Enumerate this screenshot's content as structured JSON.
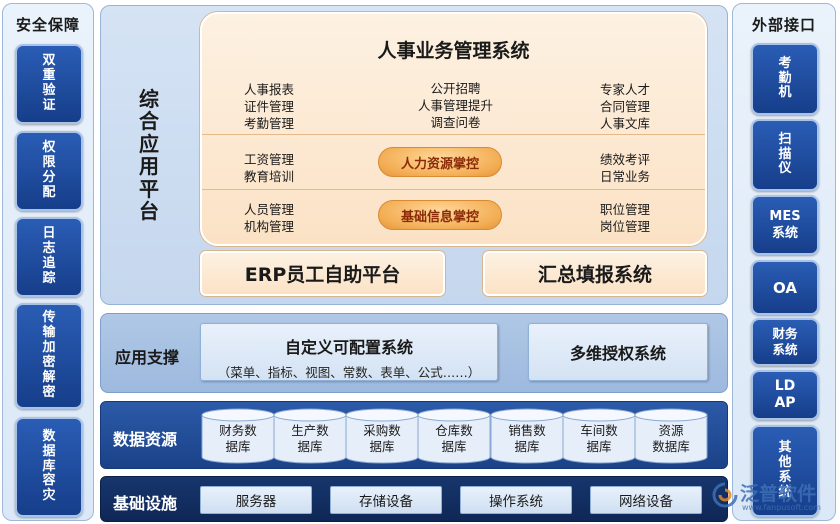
{
  "left_panel": {
    "title": "安全保障",
    "items": [
      {
        "label": "双重验证"
      },
      {
        "label": "权限分配"
      },
      {
        "label": "日志追踪"
      },
      {
        "label": "传输加密解密"
      },
      {
        "label": "数据库容灾"
      }
    ]
  },
  "right_panel": {
    "title": "外部接口",
    "items": [
      {
        "label": "考勤机"
      },
      {
        "label": "扫描仪"
      },
      {
        "label": "MES系统"
      },
      {
        "label": "OA"
      },
      {
        "label": "财务系统"
      },
      {
        "label": "LDAP"
      },
      {
        "label": "其他系统"
      }
    ]
  },
  "app_platform": {
    "title": "综合应用平台",
    "hr_system": {
      "title": "人事业务管理系统",
      "row1": {
        "left": [
          "人事报表",
          "证件管理",
          "考勤管理"
        ],
        "center": [
          "公开招聘",
          "人事管理提升",
          "调查问卷"
        ],
        "right": [
          "专家人才",
          "合同管理",
          "人事文库"
        ]
      },
      "row2": {
        "left": [
          "工资管理",
          "教育培训"
        ],
        "pill": "人力资源掌控",
        "right": [
          "绩效考评",
          "日常业务"
        ]
      },
      "row3": {
        "left": [
          "人员管理",
          "机构管理"
        ],
        "pill": "基础信息掌控",
        "right": [
          "职位管理",
          "岗位管理"
        ]
      }
    },
    "erp_box": "ERP员工自助平台",
    "summary_box": "汇总填报系统"
  },
  "app_support": {
    "label": "应用支撑",
    "custom_system": {
      "title": "自定义可配置系统",
      "subtitle": "（菜单、指标、视图、常数、表单、公式……）"
    },
    "auth_system": "多维授权系统"
  },
  "data_resources": {
    "label": "数据资源",
    "databases": [
      {
        "line1": "财务数",
        "line2": "据库"
      },
      {
        "line1": "生产数",
        "line2": "据库"
      },
      {
        "line1": "采购数",
        "line2": "据库"
      },
      {
        "line1": "仓库数",
        "line2": "据库"
      },
      {
        "line1": "销售数",
        "line2": "据库"
      },
      {
        "line1": "车间数",
        "line2": "据库"
      },
      {
        "line1": "资源",
        "line2": "数据库"
      }
    ]
  },
  "infrastructure": {
    "label": "基础设施",
    "items": [
      "服务器",
      "存储设备",
      "操作系统",
      "网络设备"
    ]
  },
  "watermark": {
    "text": "泛普软件",
    "url": "www.fanpusoft.com"
  }
}
